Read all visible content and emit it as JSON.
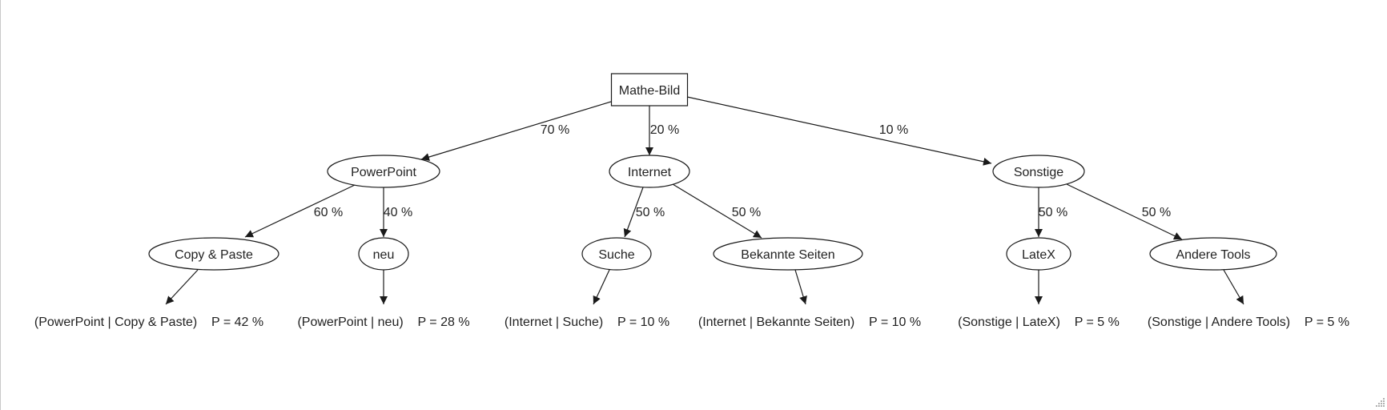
{
  "diagram": {
    "type": "probability-tree",
    "nodes": [
      {
        "id": "root",
        "label": "Mathe-Bild",
        "shape": "box"
      },
      {
        "id": "pp",
        "label": "PowerPoint",
        "shape": "ellipse"
      },
      {
        "id": "inet",
        "label": "Internet",
        "shape": "ellipse"
      },
      {
        "id": "sonst",
        "label": "Sonstige",
        "shape": "ellipse"
      },
      {
        "id": "cp",
        "label": "Copy & Paste",
        "shape": "ellipse"
      },
      {
        "id": "neu",
        "label": "neu",
        "shape": "ellipse"
      },
      {
        "id": "suche",
        "label": "Suche",
        "shape": "ellipse"
      },
      {
        "id": "bek",
        "label": "Bekannte Seiten",
        "shape": "ellipse"
      },
      {
        "id": "latex",
        "label": "LateX",
        "shape": "ellipse"
      },
      {
        "id": "andere",
        "label": "Andere Tools",
        "shape": "ellipse"
      },
      {
        "id": "r_cp",
        "label": "(PowerPoint | Copy & Paste)    P = 42 %",
        "shape": "plaintext"
      },
      {
        "id": "r_neu",
        "label": "(PowerPoint | neu)    P = 28 %",
        "shape": "plaintext"
      },
      {
        "id": "r_suche",
        "label": "(Internet | Suche)    P = 10 %",
        "shape": "plaintext"
      },
      {
        "id": "r_bek",
        "label": "(Internet | Bekannte Seiten)    P = 10 %",
        "shape": "plaintext"
      },
      {
        "id": "r_latex",
        "label": "(Sonstige | LateX)    P = 5 %",
        "shape": "plaintext"
      },
      {
        "id": "r_andere",
        "label": "(Sonstige | Andere Tools)    P = 5 %",
        "shape": "plaintext"
      }
    ],
    "edges": [
      {
        "from": "root",
        "to": "pp",
        "label": "70 %"
      },
      {
        "from": "root",
        "to": "inet",
        "label": "20 %"
      },
      {
        "from": "root",
        "to": "sonst",
        "label": "10 %"
      },
      {
        "from": "pp",
        "to": "cp",
        "label": "60 %"
      },
      {
        "from": "pp",
        "to": "neu",
        "label": "40 %"
      },
      {
        "from": "inet",
        "to": "suche",
        "label": "50 %"
      },
      {
        "from": "inet",
        "to": "bek",
        "label": "50 %"
      },
      {
        "from": "sonst",
        "to": "latex",
        "label": "50 %"
      },
      {
        "from": "sonst",
        "to": "andere",
        "label": "50 %"
      },
      {
        "from": "cp",
        "to": "r_cp",
        "label": ""
      },
      {
        "from": "neu",
        "to": "r_neu",
        "label": ""
      },
      {
        "from": "suche",
        "to": "r_suche",
        "label": ""
      },
      {
        "from": "bek",
        "to": "r_bek",
        "label": ""
      },
      {
        "from": "latex",
        "to": "r_latex",
        "label": ""
      },
      {
        "from": "andere",
        "to": "r_andere",
        "label": ""
      }
    ]
  }
}
